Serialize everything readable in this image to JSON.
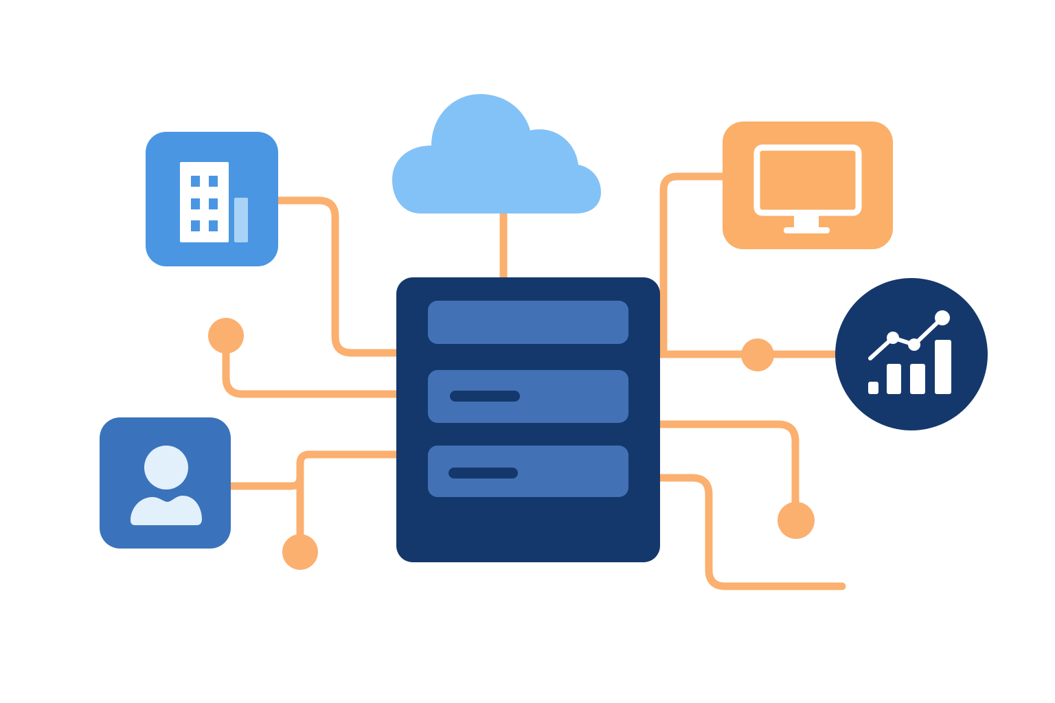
{
  "colors": {
    "background": "#ffffff",
    "connector": "#fbb06f",
    "server_body": "#15386c",
    "server_slot": "#4272b5",
    "server_slot_indicator": "#15386c",
    "cloud": "#83c2f6",
    "building_tile": "#4a96e3",
    "user_tile": "#3a73bb",
    "monitor_tile": "#fbaf68",
    "analytics_circle": "#15386c",
    "icon_light": "#ffffff",
    "icon_pale_blue": "#e2f0fc",
    "icon_accent_bar": "#a9d3f6"
  },
  "nodes": [
    {
      "id": "cloud",
      "icon": "cloud-icon"
    },
    {
      "id": "server",
      "icon": "server-rack-icon",
      "slots": 3
    },
    {
      "id": "building",
      "icon": "office-building-icon"
    },
    {
      "id": "user",
      "icon": "user-profile-icon"
    },
    {
      "id": "monitor",
      "icon": "desktop-monitor-icon"
    },
    {
      "id": "analytics",
      "icon": "analytics-chart-icon"
    }
  ],
  "connections": [
    {
      "from": "server",
      "to": "cloud"
    },
    {
      "from": "server",
      "to": "building"
    },
    {
      "from": "server",
      "to": "user"
    },
    {
      "from": "server",
      "to": "monitor"
    },
    {
      "from": "server",
      "to": "analytics"
    },
    {
      "from": "server",
      "to": "endpoint-dot"
    },
    {
      "from": "server",
      "to": "endpoint-dot"
    },
    {
      "from": "server",
      "to": "endpoint-dot"
    },
    {
      "from": "server",
      "to": "open-end"
    }
  ]
}
